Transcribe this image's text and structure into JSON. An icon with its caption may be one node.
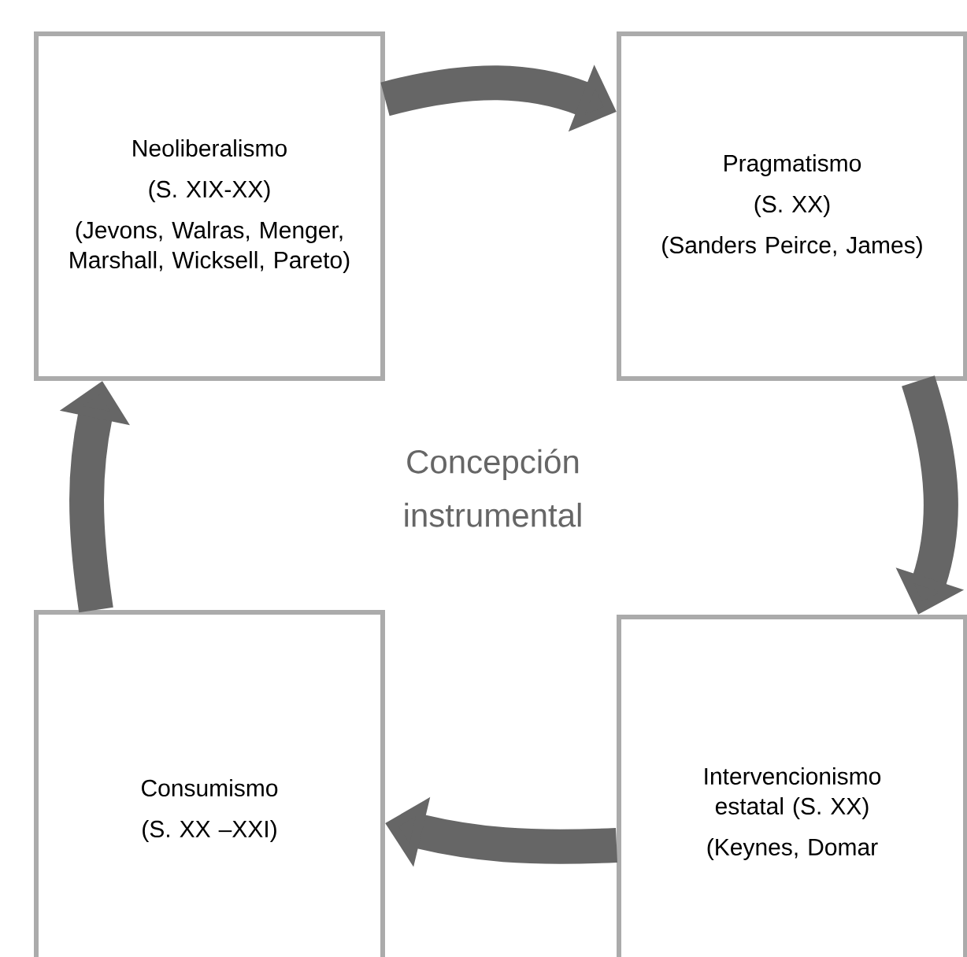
{
  "diagram": {
    "nodes": [
      {
        "text": [
          "Neoliberalismo",
          "(S. XIX-XX)",
          "(Jevons, Walras, Menger, Marshall, Wicksell, Pareto)"
        ]
      },
      {
        "text": [
          "Pragmatismo",
          "(S. XX)",
          "(Sanders Peirce, James)"
        ]
      },
      {
        "text": [
          "Intervencionismo estatal  (S. XX)",
          "(Keynes, Domar"
        ]
      },
      {
        "text": [
          "Consumismo",
          "(S. XX –XXI)"
        ]
      }
    ],
    "edges": [
      {
        "from": 0,
        "to": 1,
        "arrow": "to"
      },
      {
        "from": 1,
        "to": 2,
        "arrow": "to"
      },
      {
        "from": 2,
        "to": 3,
        "arrow": "to"
      },
      {
        "from": 3,
        "to": 0,
        "arrow": "to"
      }
    ],
    "labels": [
      "Concepción instrumental"
    ]
  }
}
